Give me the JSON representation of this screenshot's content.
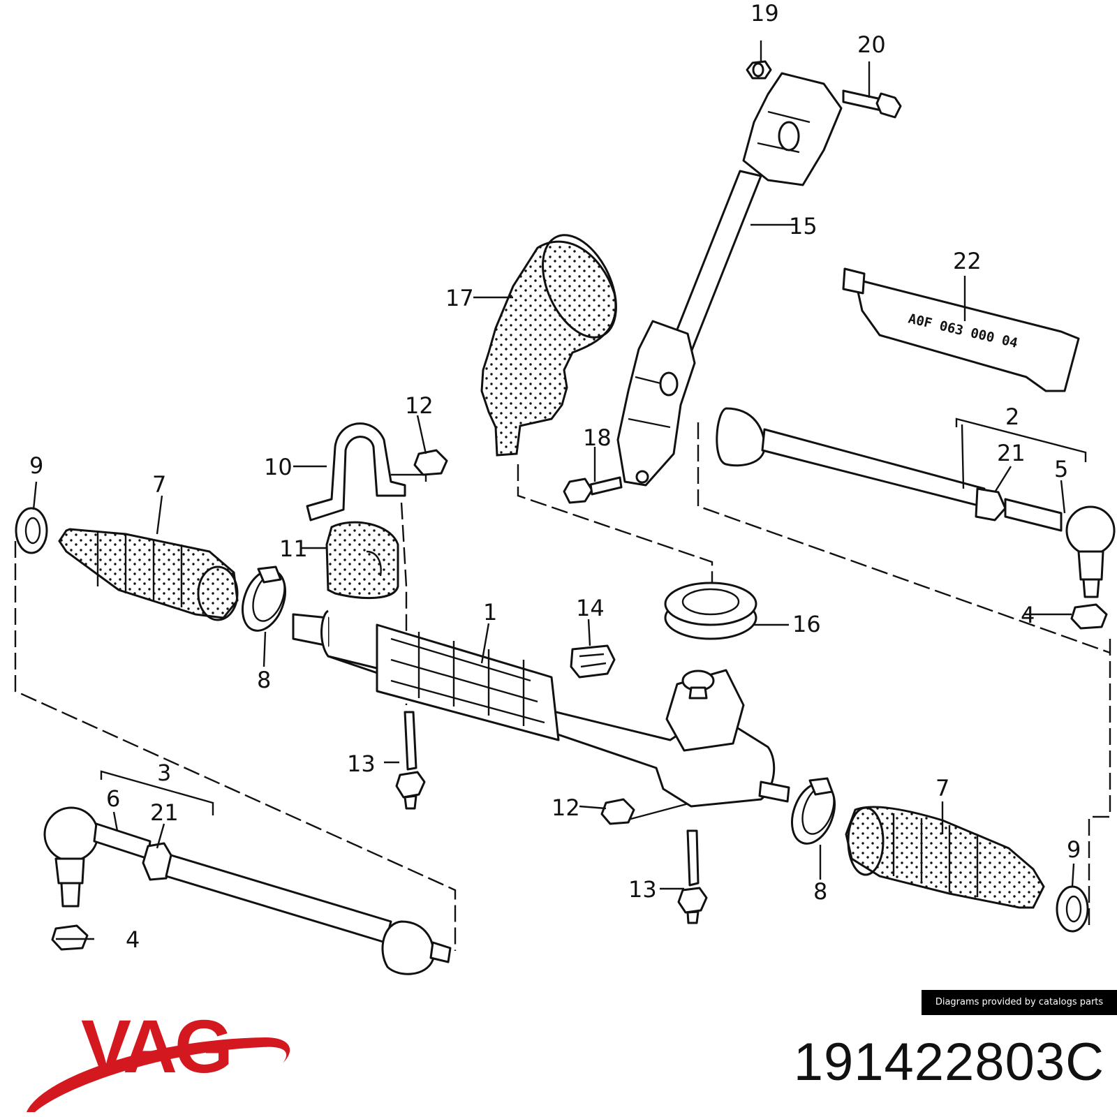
{
  "diagram": {
    "callouts": {
      "c1": "1",
      "c2": "2",
      "c3": "3",
      "c4a": "4",
      "c4b": "4",
      "c5": "5",
      "c6": "6",
      "c7a": "7",
      "c7b": "7",
      "c8a": "8",
      "c8b": "8",
      "c9a": "9",
      "c9b": "9",
      "c10": "10",
      "c11": "11",
      "c12a": "12",
      "c12b": "12",
      "c13a": "13",
      "c13b": "13",
      "c14": "14",
      "c15": "15",
      "c16": "16",
      "c17": "17",
      "c18": "18",
      "c19": "19",
      "c20": "20",
      "c21a": "21",
      "c21b": "21",
      "c22": "22"
    },
    "grease_tube_label": "A0F 063 000 04"
  },
  "credit": "Diagrams provided by catalogs parts",
  "brand": {
    "logo_text": "VAG",
    "color": "#d4181f"
  },
  "part_number": "191422803C"
}
